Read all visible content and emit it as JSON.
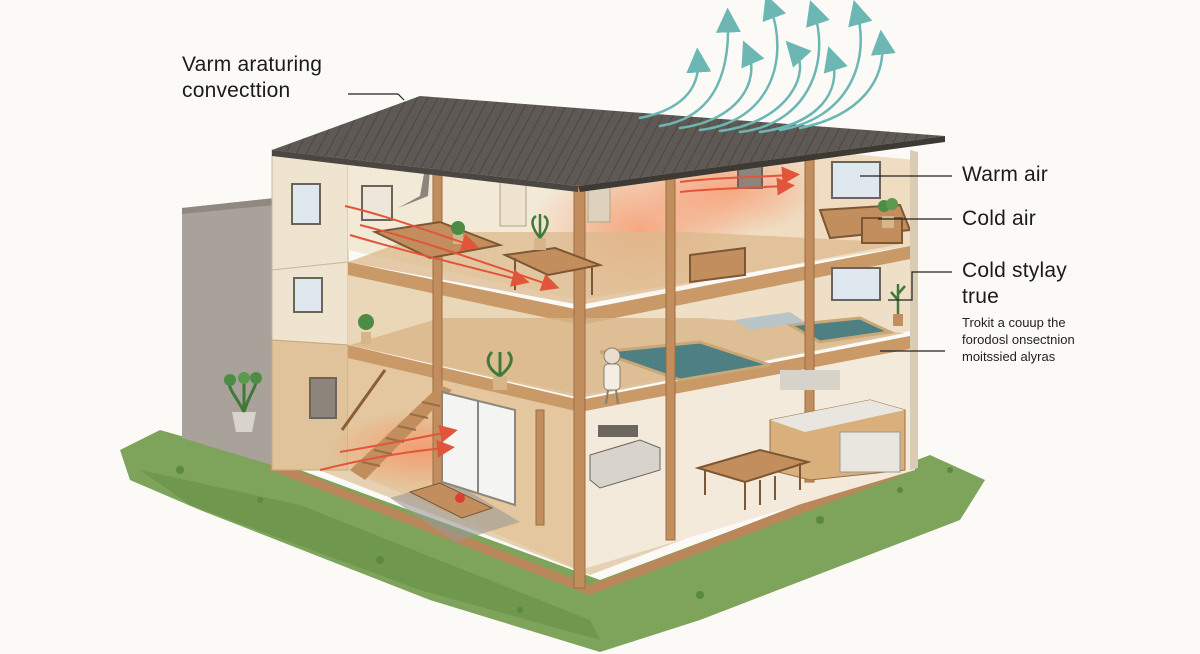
{
  "labels": {
    "top_left_line1": "Varm araturing",
    "top_left_line2": "convecttion",
    "warm_air": "Warm air",
    "cold_air": "Cold air",
    "cold_stylay_line1": "Cold stylay",
    "cold_stylay_line2": "true",
    "note_line1": "Trokit a  couup the",
    "note_line2": "forodosl onsectnion",
    "note_line3": "moitssied alyras"
  },
  "colors": {
    "background": "#fbfaf6",
    "roof": "#5e5954",
    "wall": "#efe4cf",
    "side_wall": "#a8a29a",
    "wood": "#c99a68",
    "floor": "#d9b587",
    "grass": "#7ea35a",
    "warm_arrow": "#e2553a",
    "convection_arrow": "#6cb7b4"
  },
  "icons": [
    "convection-arrows",
    "warm-airflow-arrows",
    "staircase",
    "plant"
  ]
}
